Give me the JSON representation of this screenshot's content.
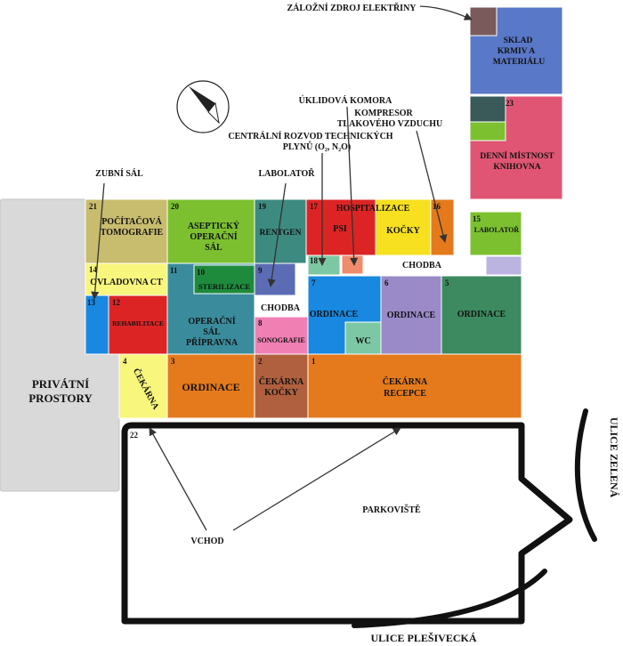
{
  "callouts": {
    "backup_power": "ZÁLOŽNÍ ZDROJ ELEKTŘINY",
    "cleaning_room": "ÚKLIDOVÁ KOMORA",
    "compressor_line1": "KOMPRESOR",
    "compressor_line2": "TLAKOVÉHO VZDUCHU",
    "gas_line1": "CENTRÁLNÍ ROZVOD TECHNICKÝCH",
    "gas_line2": "PLYNŮ (O₂, N₂O)",
    "dental": "ZUBNÍ SÁL",
    "laboratory": "LABOLATOŘ",
    "entrance": "VCHOD"
  },
  "rooms": {
    "storage": {
      "lines": [
        "SKLAD",
        "KRMIV A",
        "MATERIÁLU"
      ]
    },
    "r23": {
      "number": "23",
      "lines": [
        "DENNÍ MÍSTNOST",
        "KNIHOVNA"
      ]
    },
    "r21": {
      "number": "21",
      "lines": [
        "POČÍTAČOVÁ",
        "TOMOGRAFIE"
      ]
    },
    "r20": {
      "number": "20",
      "lines": [
        "ASEPTICKÝ",
        "OPERAČNÍ",
        "SÁL"
      ]
    },
    "r19": {
      "number": "19",
      "lines": [
        "RENTGEN"
      ]
    },
    "r17": {
      "number": "17",
      "lines": [
        "PSI"
      ]
    },
    "hospitalization": "HOSPITALIZACE",
    "cats_ward": {
      "lines": [
        "KOČKY"
      ]
    },
    "r16": {
      "number": "16"
    },
    "r15": {
      "number": "15",
      "lines": [
        "LABOLATOŘ"
      ]
    },
    "r18": {
      "number": "18"
    },
    "corridor_north": "CHODBA",
    "r14": {
      "number": "14",
      "lines": [
        "OVLADOVNA CT"
      ]
    },
    "r11": {
      "number": "11",
      "lines": [
        "OPERAČNÍ",
        "SÁL",
        "PŘÍPRAVNA"
      ]
    },
    "r10": {
      "number": "10",
      "lines": [
        "STERILIZACE"
      ]
    },
    "r9": {
      "number": "9"
    },
    "corridor_south": "CHODBA",
    "r8": {
      "number": "8",
      "lines": [
        "SONOGRAFIE"
      ]
    },
    "r7": {
      "number": "7",
      "lines": [
        "ORDINACE"
      ]
    },
    "wc": "WC",
    "r6": {
      "number": "6",
      "lines": [
        "ORDINACE"
      ]
    },
    "r5": {
      "number": "5",
      "lines": [
        "ORDINACE"
      ]
    },
    "r13": {
      "number": "13"
    },
    "r12": {
      "number": "12",
      "lines": [
        "REHABILITACE"
      ]
    },
    "private": {
      "lines": [
        "PRIVÁTNÍ",
        "PROSTORY"
      ]
    },
    "r4": {
      "number": "4",
      "lines": [
        "ČEKÁRNA"
      ]
    },
    "r3": {
      "number": "3",
      "lines": [
        "ORDINACE"
      ]
    },
    "r2": {
      "number": "2",
      "lines": [
        "ČEKÁRNA",
        "KOČKY"
      ]
    },
    "r1": {
      "number": "1",
      "lines": [
        "ČEKÁRNA",
        "RECEPCE"
      ]
    },
    "r22": {
      "number": "22"
    }
  },
  "outside": {
    "parking": "PARKOVIŠTĚ",
    "street_zelena": "ULICE ZELENÁ",
    "street_plesivecka": "ULICE PLEŠIVECKÁ"
  },
  "colors": {
    "storage_blue": "#5a78c8",
    "backup_power": "#7a5a5a",
    "room23": "#e05573",
    "slate": "#3a5a5a",
    "lime": "#7cc030",
    "khaki": "#c8bc6e",
    "green": "#7cc030",
    "teal": "#3d8a80",
    "red": "#dd2424",
    "yellow": "#f6e020",
    "orange": "#e47a1c",
    "mint": "#7cc8a4",
    "salmon": "#f08c6c",
    "lavender_light": "#bcb4e0",
    "light_yellow": "#f8f67c",
    "steel_teal": "#3a8c9c",
    "dark_green": "#1e8a3c",
    "slate_blue": "#5c6cb4",
    "pink": "#f080b4",
    "blue": "#1888e0",
    "lavender": "#9a8ac8",
    "sea_green": "#3d8a60",
    "brown": "#b0603e",
    "gray": "#d9d9d9"
  }
}
